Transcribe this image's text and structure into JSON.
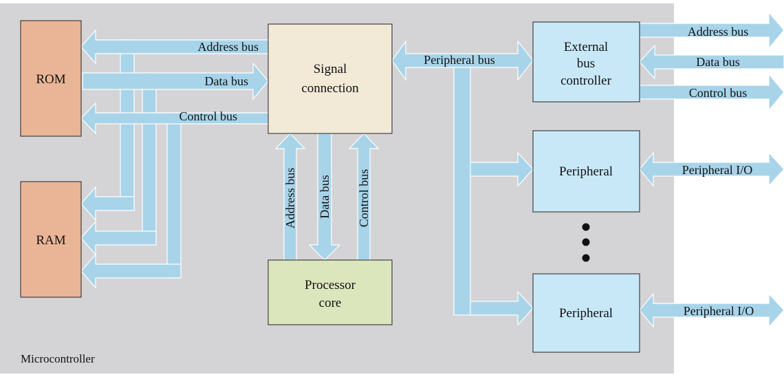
{
  "container": {
    "label": "Microcontroller",
    "color": "#d4d4d6"
  },
  "blocks": {
    "rom": {
      "label": "ROM",
      "color": "#e9b596"
    },
    "ram": {
      "label": "RAM",
      "color": "#e9b596"
    },
    "signal_connection": {
      "lines": [
        "Signal",
        "connection"
      ],
      "color": "#f2e9d7"
    },
    "processor_core": {
      "lines": [
        "Processor",
        "core"
      ],
      "color": "#dce6bd"
    },
    "external_bus_controller": {
      "lines": [
        "External",
        "bus",
        "controller"
      ],
      "color": "#c8e8f8"
    },
    "peripheral_1": {
      "label": "Peripheral",
      "color": "#c8e8f8"
    },
    "peripheral_2": {
      "label": "Peripheral",
      "color": "#c8e8f8"
    }
  },
  "buses": {
    "color": "#a8d4ea",
    "left_address": "Address bus",
    "left_data": "Data bus",
    "left_control": "Control bus",
    "core_address": "Address bus",
    "core_data": "Data bus",
    "core_control": "Control bus",
    "peripheral_bus": "Peripheral bus",
    "ext_address": "Address bus",
    "ext_data": "Data bus",
    "ext_control": "Control bus",
    "peripheral_io_1": "Peripheral I/O",
    "peripheral_io_2": "Peripheral I/O"
  },
  "ellipsis_dots": 3
}
